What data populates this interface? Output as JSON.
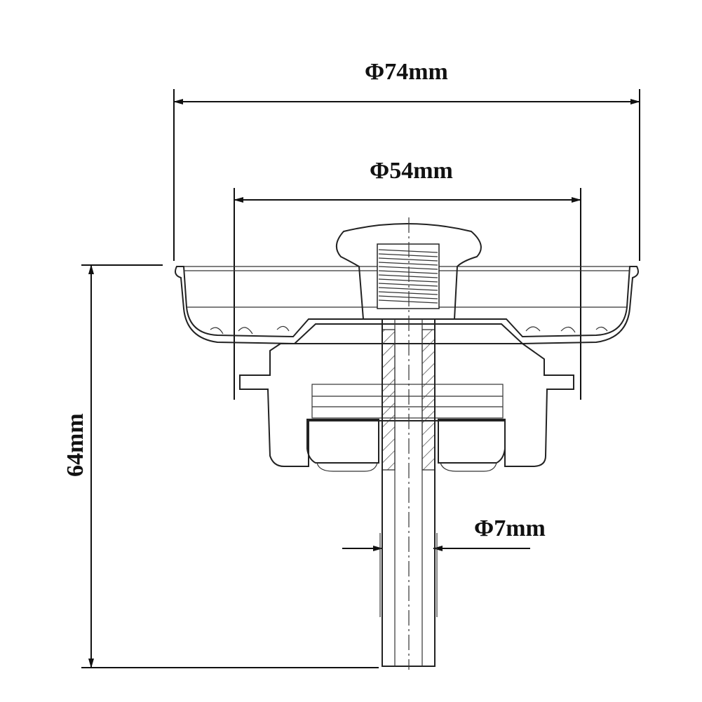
{
  "dimensions": {
    "outer_diameter": "Φ74mm",
    "inner_diameter": "Φ54mm",
    "stem_diameter": "Φ7mm",
    "height": "64mm"
  }
}
